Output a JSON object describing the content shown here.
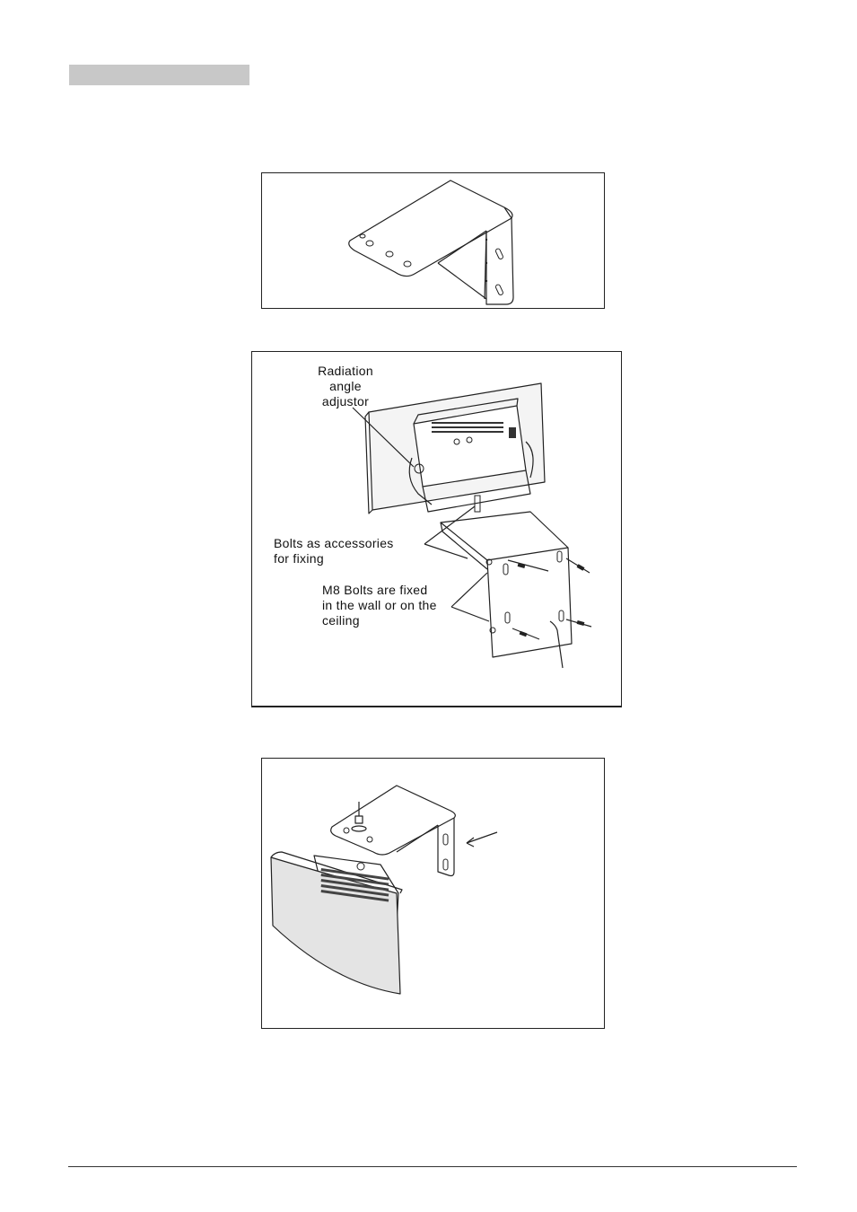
{
  "figure2": {
    "callouts": {
      "radiation_adjustor": [
        "Radiation",
        "angle",
        "adjustor"
      ],
      "bolts_accessories": [
        "Bolts as accessories",
        "for fixing"
      ],
      "m8_bolts": [
        "M8 Bolts are fixed",
        "in the wall or on the",
        "ceiling"
      ]
    }
  }
}
